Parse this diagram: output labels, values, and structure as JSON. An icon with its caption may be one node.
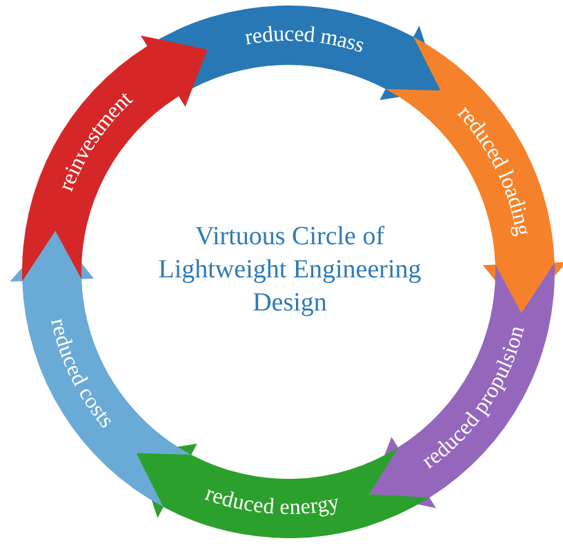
{
  "diagram": {
    "title": "Virtuous Circle of Lightweight Engineering Design",
    "nodes": [
      {
        "text": [
          "reduced mass"
        ]
      },
      {
        "text": [
          "reduced loading"
        ]
      },
      {
        "text": [
          "reduced propulsion"
        ]
      },
      {
        "text": [
          "reduced energy"
        ]
      },
      {
        "text": [
          "reduced costs"
        ]
      },
      {
        "text": [
          "reinvestment"
        ]
      }
    ]
  }
}
